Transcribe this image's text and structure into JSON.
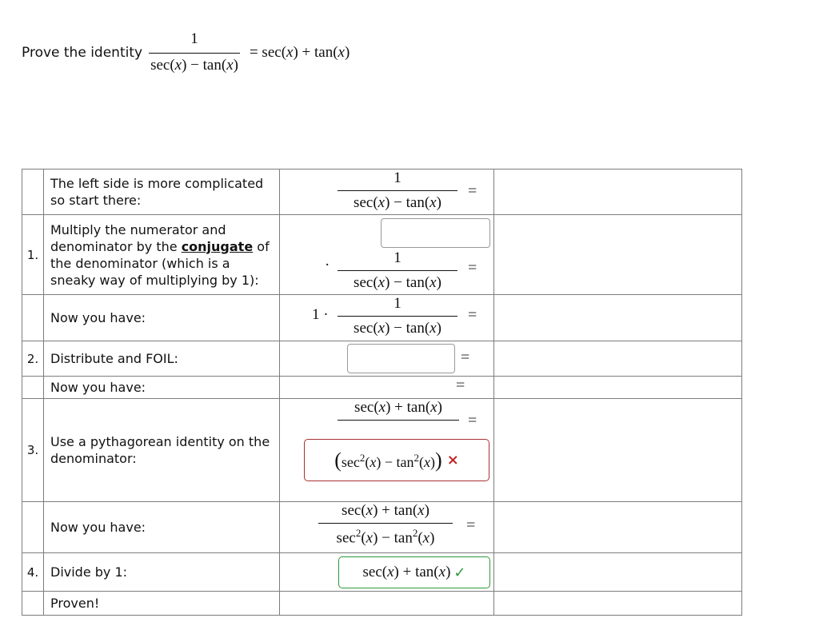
{
  "header": {
    "prompt": "Prove the identity",
    "lhs_numerator": "1",
    "lhs_den_a": "sec",
    "lhs_den_b": "tan",
    "var": "x",
    "rhs_a": "sec",
    "rhs_b": "tan"
  },
  "math": {
    "one": "1",
    "sec": "sec",
    "tan": "tan",
    "x": "x",
    "minus": "−",
    "plus": "+",
    "equals": "=",
    "dot": "·",
    "one_dot": "1 ·",
    "squared": "2"
  },
  "steps": [
    {
      "number": "",
      "text": "The left side is more complicated so start there:"
    },
    {
      "number": "1.",
      "text_before": "Multiply the numerator and denominator by the ",
      "link": "conjugate",
      "text_after": " of the denominator (which is a sneaky way of multiplying by 1):"
    },
    {
      "number": "",
      "text": "Now you have:"
    },
    {
      "number": "2.",
      "text": "Distribute and FOIL:"
    },
    {
      "number": "",
      "text": "Now you have:"
    },
    {
      "number": "3.",
      "text": "Use a pythagorean identity on the denominator:"
    },
    {
      "number": "",
      "text": "Now you have:"
    },
    {
      "number": "4.",
      "text": "Divide by 1:"
    },
    {
      "number": "",
      "text": "Proven!"
    }
  ],
  "answers": {
    "step3_status": "incorrect",
    "step4_status": "correct",
    "x_mark": "×",
    "check_mark": "✓"
  },
  "colors": {
    "incorrect": "#a83232",
    "correct": "#2a9a3a",
    "border": "#7d7d7d"
  }
}
